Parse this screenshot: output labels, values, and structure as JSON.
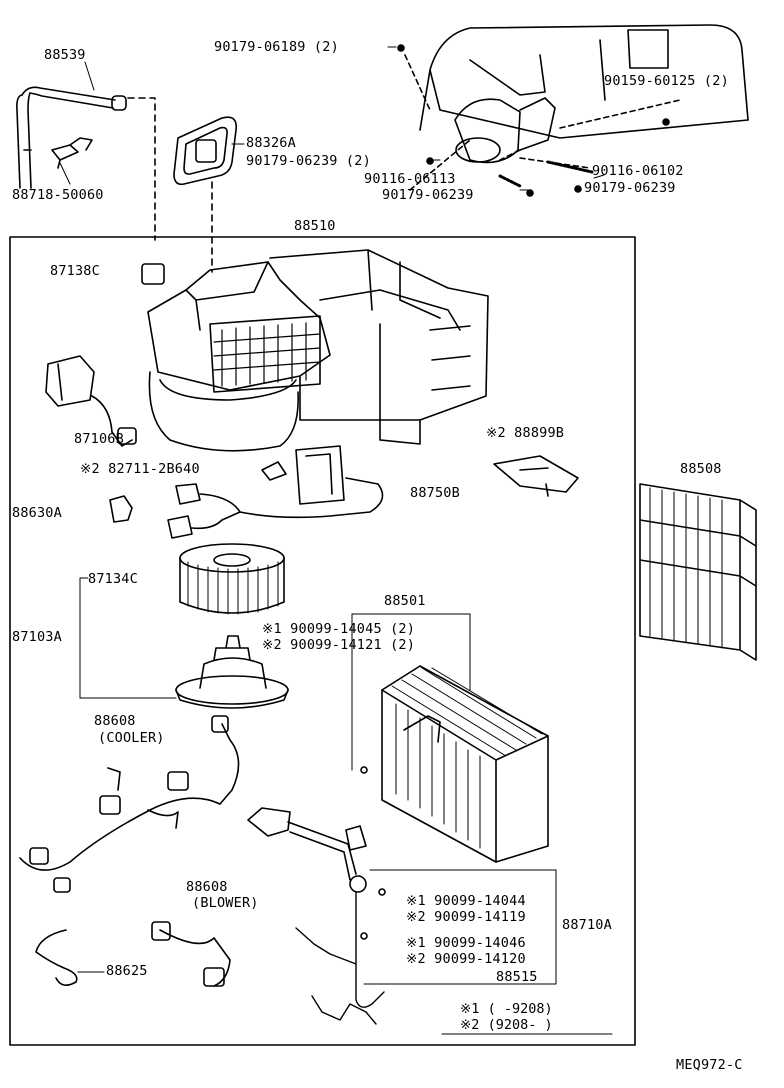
{
  "labels": {
    "p88539": "88539",
    "p88718_50060": "88718-50060",
    "p88326A": "88326A",
    "p90179_06239_2": "90179-06239 (2)",
    "p90179_06189_2": "90179-06189 (2)",
    "p90159_60125_2": "90159-60125 (2)",
    "p90116_06102": "90116-06102",
    "p90116_06113": "90116-06113",
    "p90179_06239_a": "90179-06239",
    "p90179_06239_b": "90179-06239",
    "p88510": "88510",
    "p87138C": "87138C",
    "p87106B": "87106B",
    "p82711": "※2  82711-2B640",
    "p88750B": "88750B",
    "p88899B": "※2  88899B",
    "p88508": "88508",
    "p88630A": "88630A",
    "p87134C": "87134C",
    "p87103A": "87103A",
    "p88501": "88501",
    "p90099_14045": "※1  90099-14045 (2)",
    "p90099_14121": "※2  90099-14121 (2)",
    "p88608_cooler": "88608",
    "p88608_cooler_sub": "(COOLER)",
    "p90099_14044": "※1  90099-14044",
    "p90099_14119": "※2  90099-14119",
    "p88710A": "88710A",
    "p90099_14046": "※1  90099-14046",
    "p90099_14120": "※2  90099-14120",
    "p88515": "88515",
    "p88608_blower": "88608",
    "p88608_blower_sub": "(BLOWER)",
    "p88625": "88625"
  },
  "legend": {
    "row1": "※1  (      -9208)",
    "row2": "※2  (9208-      )"
  },
  "figure_code": "MEQ972-C"
}
